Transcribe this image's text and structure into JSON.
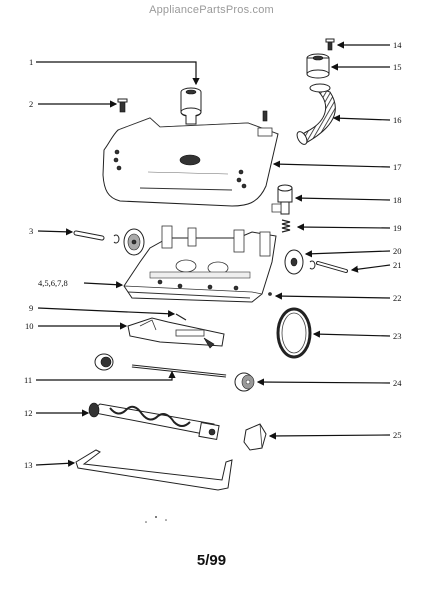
{
  "watermark": "AppliancePartsPros.com",
  "footer": {
    "date_code": "5/99"
  },
  "callouts": [
    {
      "id": "1",
      "label": "1"
    },
    {
      "id": "2",
      "label": "2"
    },
    {
      "id": "3",
      "label": "3"
    },
    {
      "id": "4",
      "label": "4,5,6,7,8"
    },
    {
      "id": "9",
      "label": "9"
    },
    {
      "id": "10",
      "label": "10"
    },
    {
      "id": "11",
      "label": "11"
    },
    {
      "id": "12",
      "label": "12"
    },
    {
      "id": "13",
      "label": "13"
    },
    {
      "id": "14",
      "label": "14"
    },
    {
      "id": "15",
      "label": "15"
    },
    {
      "id": "16",
      "label": "16"
    },
    {
      "id": "17",
      "label": "17"
    },
    {
      "id": "18",
      "label": "18"
    },
    {
      "id": "19",
      "label": "19"
    },
    {
      "id": "20",
      "label": "20"
    },
    {
      "id": "21",
      "label": "21"
    },
    {
      "id": "22",
      "label": "22"
    },
    {
      "id": "23",
      "label": "23"
    },
    {
      "id": "24",
      "label": "24"
    },
    {
      "id": "25",
      "label": "25"
    }
  ]
}
